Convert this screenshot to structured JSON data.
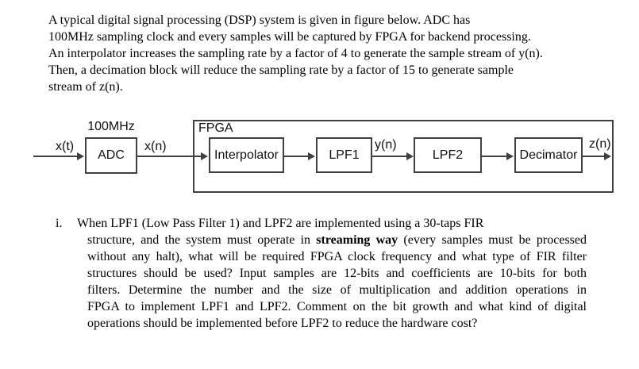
{
  "intro": {
    "lines": [
      "A typical digital signal processing (DSP) system is given in figure below. ADC has",
      "100MHz sampling clock and every samples will be captured by FPGA for backend processing.",
      "An interpolator increases the sampling rate by a factor of 4 to generate the sample stream of y(n).",
      "Then, a decimation block will reduce the sampling rate by a factor of 15 to generate sample",
      "stream of z(n)."
    ]
  },
  "diagram": {
    "clock_label": "100MHz",
    "fpga_label": "FPGA",
    "line_color": "#404040",
    "blocks": {
      "adc": "ADC",
      "interpolator": "Interpolator",
      "lpf1": "LPF1",
      "lpf2": "LPF2",
      "decimator": "Decimator"
    },
    "signals": {
      "input": "x(t)",
      "adc_out": "x(n)",
      "lpf1_out": "y(n)",
      "output": "z(n)"
    }
  },
  "question": {
    "marker": "i.",
    "line1": "When LPF1 (Low Pass Filter 1) and LPF2 are implemented using a 30-taps FIR",
    "line2_pre": "structure, and the system must operate in ",
    "line2_bold": "streaming way",
    "line2_post": " (every samples must be processed",
    "line3": "without any halt), what will be required FPGA clock frequency and what type of FIR filter",
    "line4": "structures should be used? Input samples are 12-bits and coefficients are 10-bits for both",
    "line5": "filters. Determine the number and the size of multiplication and addition operations in",
    "line6": "FPGA to implement LPF1 and LPF2. Comment on the bit growth and what kind of digital",
    "line7": "operations should be implemented before LPF2 to reduce the hardware cost?"
  }
}
